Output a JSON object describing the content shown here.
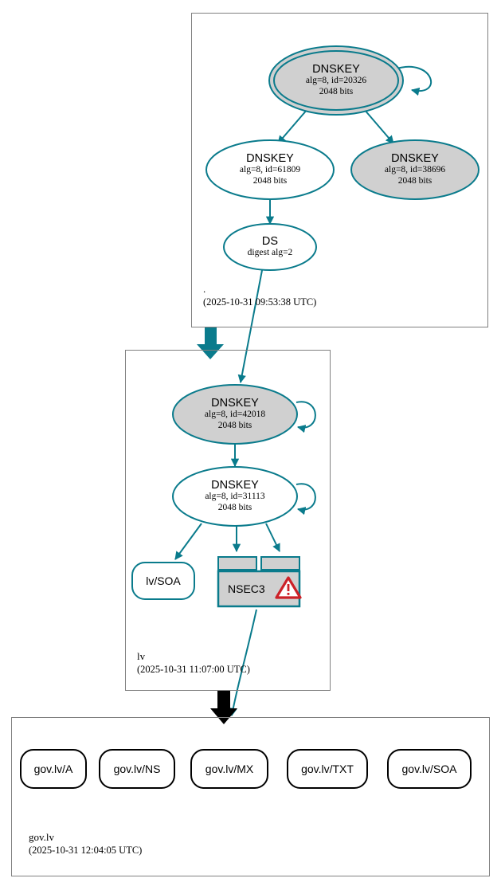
{
  "diagram": {
    "type": "dnssec-authentication-chain",
    "colors": {
      "secure_stroke": "#0a7b8c",
      "node_fill_grey": "#d0d0d0",
      "node_fill_white": "#ffffff",
      "zone_border": "#808080",
      "insecure_stroke": "#000000",
      "warning_red": "#cc2128"
    }
  },
  "zones": [
    {
      "id": "root",
      "name": ".",
      "timestamp": "(2025-10-31 09:53:38 UTC)",
      "nodes": [
        {
          "id": "ksk-20326",
          "kind": "DNSKEY",
          "shape": "double-ellipse",
          "title": "DNSKEY",
          "line2": "alg=8, id=20326",
          "line3": "2048 bits",
          "fill": "grey",
          "self_signed": true
        },
        {
          "id": "zsk-61809",
          "kind": "DNSKEY",
          "shape": "ellipse",
          "title": "DNSKEY",
          "line2": "alg=8, id=61809",
          "line3": "2048 bits",
          "fill": "white",
          "self_signed": false
        },
        {
          "id": "zsk-38696",
          "kind": "DNSKEY",
          "shape": "ellipse",
          "title": "DNSKEY",
          "line2": "alg=8, id=38696",
          "line3": "2048 bits",
          "fill": "grey",
          "self_signed": false
        },
        {
          "id": "ds-lv",
          "kind": "DS",
          "shape": "ellipse",
          "title": "DS",
          "line2": "digest alg=2",
          "line3": "",
          "fill": "white",
          "self_signed": false
        }
      ]
    },
    {
      "id": "lv",
      "name": "lv",
      "timestamp": "(2025-10-31 11:07:00 UTC)",
      "nodes": [
        {
          "id": "ksk-42018",
          "kind": "DNSKEY",
          "shape": "ellipse",
          "title": "DNSKEY",
          "line2": "alg=8, id=42018",
          "line3": "2048 bits",
          "fill": "grey",
          "self_signed": true
        },
        {
          "id": "zsk-31113",
          "kind": "DNSKEY",
          "shape": "ellipse",
          "title": "DNSKEY",
          "line2": "alg=8, id=31113",
          "line3": "2048 bits",
          "fill": "white",
          "self_signed": true
        },
        {
          "id": "lv-soa",
          "kind": "RRset",
          "shape": "rounded-rect",
          "title": "lv/SOA",
          "fill": "white"
        },
        {
          "id": "nsec3",
          "kind": "NSEC3",
          "shape": "tabbed-box",
          "title": "NSEC3",
          "fill": "grey",
          "warning": true,
          "warning_icon": "warning-triangle-icon"
        }
      ]
    },
    {
      "id": "gov-lv",
      "name": "gov.lv",
      "timestamp": "(2025-10-31 12:04:05 UTC)",
      "nodes": [
        {
          "id": "gov-lv-a",
          "kind": "RRset",
          "shape": "rounded-rect",
          "title": "gov.lv/A",
          "fill": "white"
        },
        {
          "id": "gov-lv-ns",
          "kind": "RRset",
          "shape": "rounded-rect",
          "title": "gov.lv/NS",
          "fill": "white"
        },
        {
          "id": "gov-lv-mx",
          "kind": "RRset",
          "shape": "rounded-rect",
          "title": "gov.lv/MX",
          "fill": "white"
        },
        {
          "id": "gov-lv-txt",
          "kind": "RRset",
          "shape": "rounded-rect",
          "title": "gov.lv/TXT",
          "fill": "white"
        },
        {
          "id": "gov-lv-soa",
          "kind": "RRset",
          "shape": "rounded-rect",
          "title": "gov.lv/SOA",
          "fill": "white"
        }
      ]
    }
  ],
  "edges": [
    {
      "from": "ksk-20326",
      "to": "ksk-20326",
      "style": "self-loop",
      "color": "secure"
    },
    {
      "from": "ksk-20326",
      "to": "zsk-61809",
      "style": "arrow",
      "color": "secure"
    },
    {
      "from": "ksk-20326",
      "to": "zsk-38696",
      "style": "arrow",
      "color": "secure"
    },
    {
      "from": "zsk-61809",
      "to": "ds-lv",
      "style": "arrow",
      "color": "secure"
    },
    {
      "from": "ds-lv",
      "to": "ksk-42018",
      "style": "arrow",
      "color": "secure"
    },
    {
      "from": "ksk-42018",
      "to": "ksk-42018",
      "style": "self-loop",
      "color": "secure"
    },
    {
      "from": "ksk-42018",
      "to": "zsk-31113",
      "style": "arrow",
      "color": "secure"
    },
    {
      "from": "zsk-31113",
      "to": "zsk-31113",
      "style": "self-loop",
      "color": "secure"
    },
    {
      "from": "zsk-31113",
      "to": "lv-soa",
      "style": "arrow",
      "color": "secure"
    },
    {
      "from": "zsk-31113",
      "to": "nsec3",
      "style": "arrow",
      "color": "secure"
    },
    {
      "from": "nsec3",
      "to": "gov-lv",
      "style": "arrow",
      "color": "secure"
    }
  ],
  "zone_transitions": [
    {
      "from": "root",
      "to": "lv",
      "color": "secure"
    },
    {
      "from": "lv",
      "to": "gov.lv",
      "color": "insecure"
    }
  ]
}
